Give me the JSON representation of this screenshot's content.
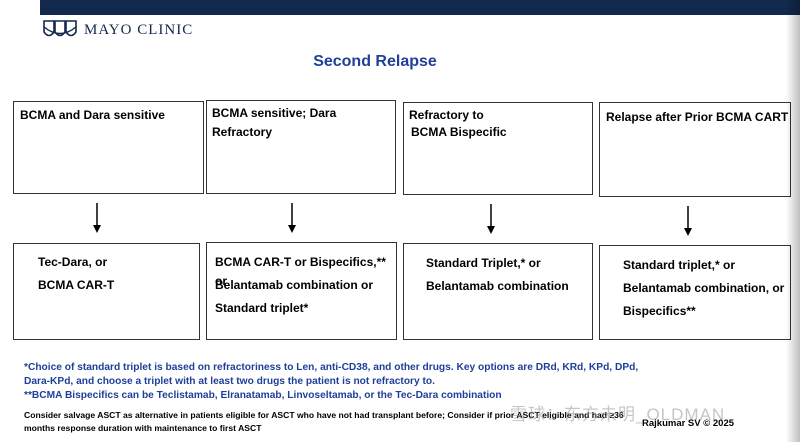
{
  "header": {
    "brand": "MAYO CLINIC"
  },
  "title": "Second Relapse",
  "columns": [
    {
      "top": "BCMA and Dara sensitive",
      "bottom": [
        "Tec-Dara, or",
        "BCMA CAR-T"
      ]
    },
    {
      "top": "BCMA sensitive; Dara Refractory",
      "bottom": [
        "BCMA CAR-T or Bispecifics,** or",
        "Belantamab combination or",
        "Standard triplet*"
      ]
    },
    {
      "top_lines": [
        "Refractory to",
        "BCMA Bispecific"
      ],
      "bottom": [
        "Standard Triplet,* or",
        "Belantamab combination"
      ]
    },
    {
      "top": "Relapse after Prior BCMA CART",
      "bottom": [
        "Standard triplet,* or",
        "Belantamab combination, or",
        "Bispecifics**"
      ]
    }
  ],
  "footnotes": {
    "note1": "*Choice of standard triplet is based on refractoriness to Len, anti-CD38, and other drugs. Key options are DRd, KRd, KPd, DPd, Dara-KPd, and choose a triplet with at least two drugs the patient is not refractory to.",
    "note2": "**BCMA Bispecifics can be Teclistamab, Elranatamab, Linvoseltamab, or the Tec-Dara combination",
    "note3": "Consider salvage ASCT as alternative in patients eligible for ASCT who have not had transplant before; Consider if prior ASCT eligible and had ≥36 months response duration with maintenance to first ASCT"
  },
  "author": "Rajkumar SV © 2025",
  "watermark": "雪球：东方未明_OLDMAN",
  "colors": {
    "title": "#1f3f99",
    "brand": "#12284c"
  }
}
